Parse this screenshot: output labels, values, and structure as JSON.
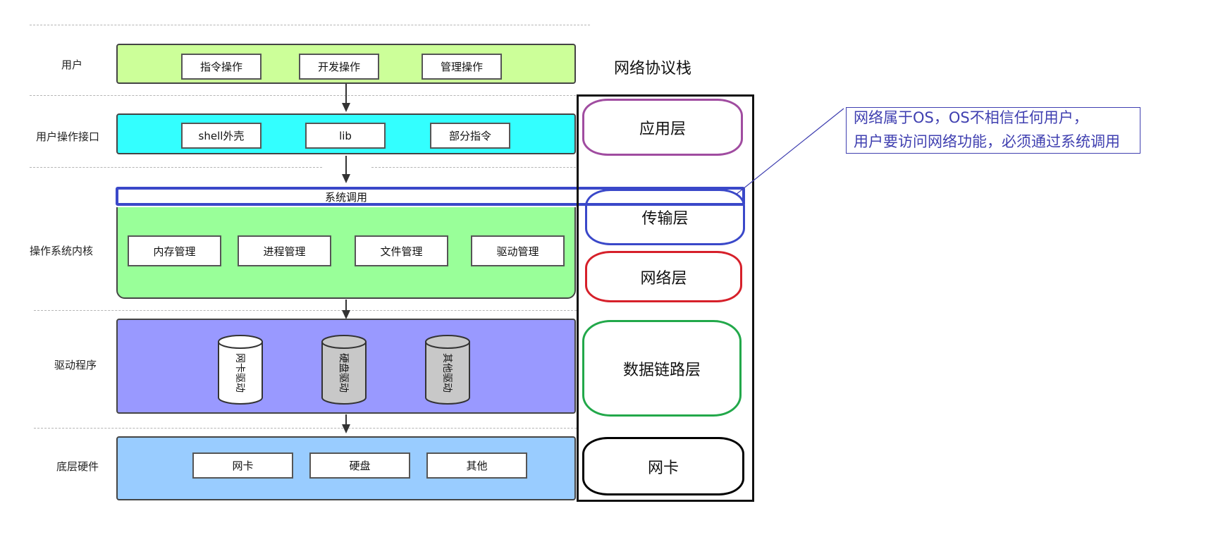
{
  "rows": {
    "user": "用户",
    "user_interface": "用户操作接口",
    "kernel": "操作系统内核",
    "driver": "驱动程序",
    "hardware": "底层硬件"
  },
  "user_ops": [
    "指令操作",
    "开发操作",
    "管理操作"
  ],
  "interface_items": [
    "shell外壳",
    "lib",
    "部分指令"
  ],
  "syscall_label": "系统调用",
  "kernel_items": [
    "内存管理",
    "进程管理",
    "文件管理",
    "驱动管理"
  ],
  "drivers": [
    "网卡驱动",
    "硬盘驱动",
    "其他驱动"
  ],
  "hardware_items": [
    "网卡",
    "硬盘",
    "其他"
  ],
  "protocol_stack": {
    "title": "网络协议栈",
    "layers": [
      "应用层",
      "传输层",
      "网络层",
      "数据链路层",
      "网卡"
    ]
  },
  "note": {
    "line1": "网络属于OS，OS不相信任何用户，",
    "line2": "用户要访问网络功能，必须通过系统调用"
  },
  "colors": {
    "user_band": "#ccff99",
    "interface_band": "#33ffff",
    "kernel_band": "#99ff99",
    "driver_band": "#9999ff",
    "hardware_band": "#99ccff",
    "syscall_highlight": "#3a48c9",
    "app_layer": "#a04ca0",
    "transport_layer": "#3a48c9",
    "network_layer": "#d6202a",
    "datalink_layer": "#22a84a",
    "nic_layer": "#000000",
    "note_text": "#3f3fb0"
  }
}
